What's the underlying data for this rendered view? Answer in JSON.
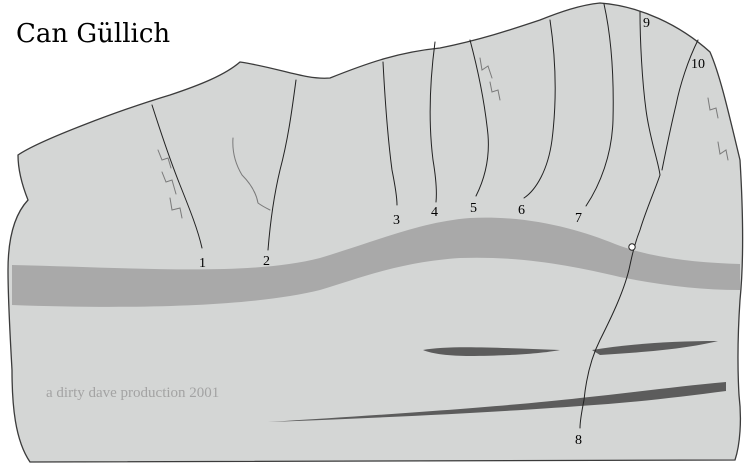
{
  "title": "Can Güllich",
  "credit": "a dirty dave production 2001",
  "colors": {
    "rock": "#d4d6d5",
    "rock_outline": "#3b3b3b",
    "band": "#a9a9a9",
    "dark_streak": "#5c5c5c",
    "route_line": "#222222",
    "credit_text": "#a3a3a3",
    "crack_marks": "#7a7a7a"
  },
  "routes": [
    {
      "number": "1"
    },
    {
      "number": "2"
    },
    {
      "number": "3"
    },
    {
      "number": "4"
    },
    {
      "number": "5"
    },
    {
      "number": "6"
    },
    {
      "number": "7"
    },
    {
      "number": "8"
    },
    {
      "number": "9"
    },
    {
      "number": "10"
    }
  ]
}
